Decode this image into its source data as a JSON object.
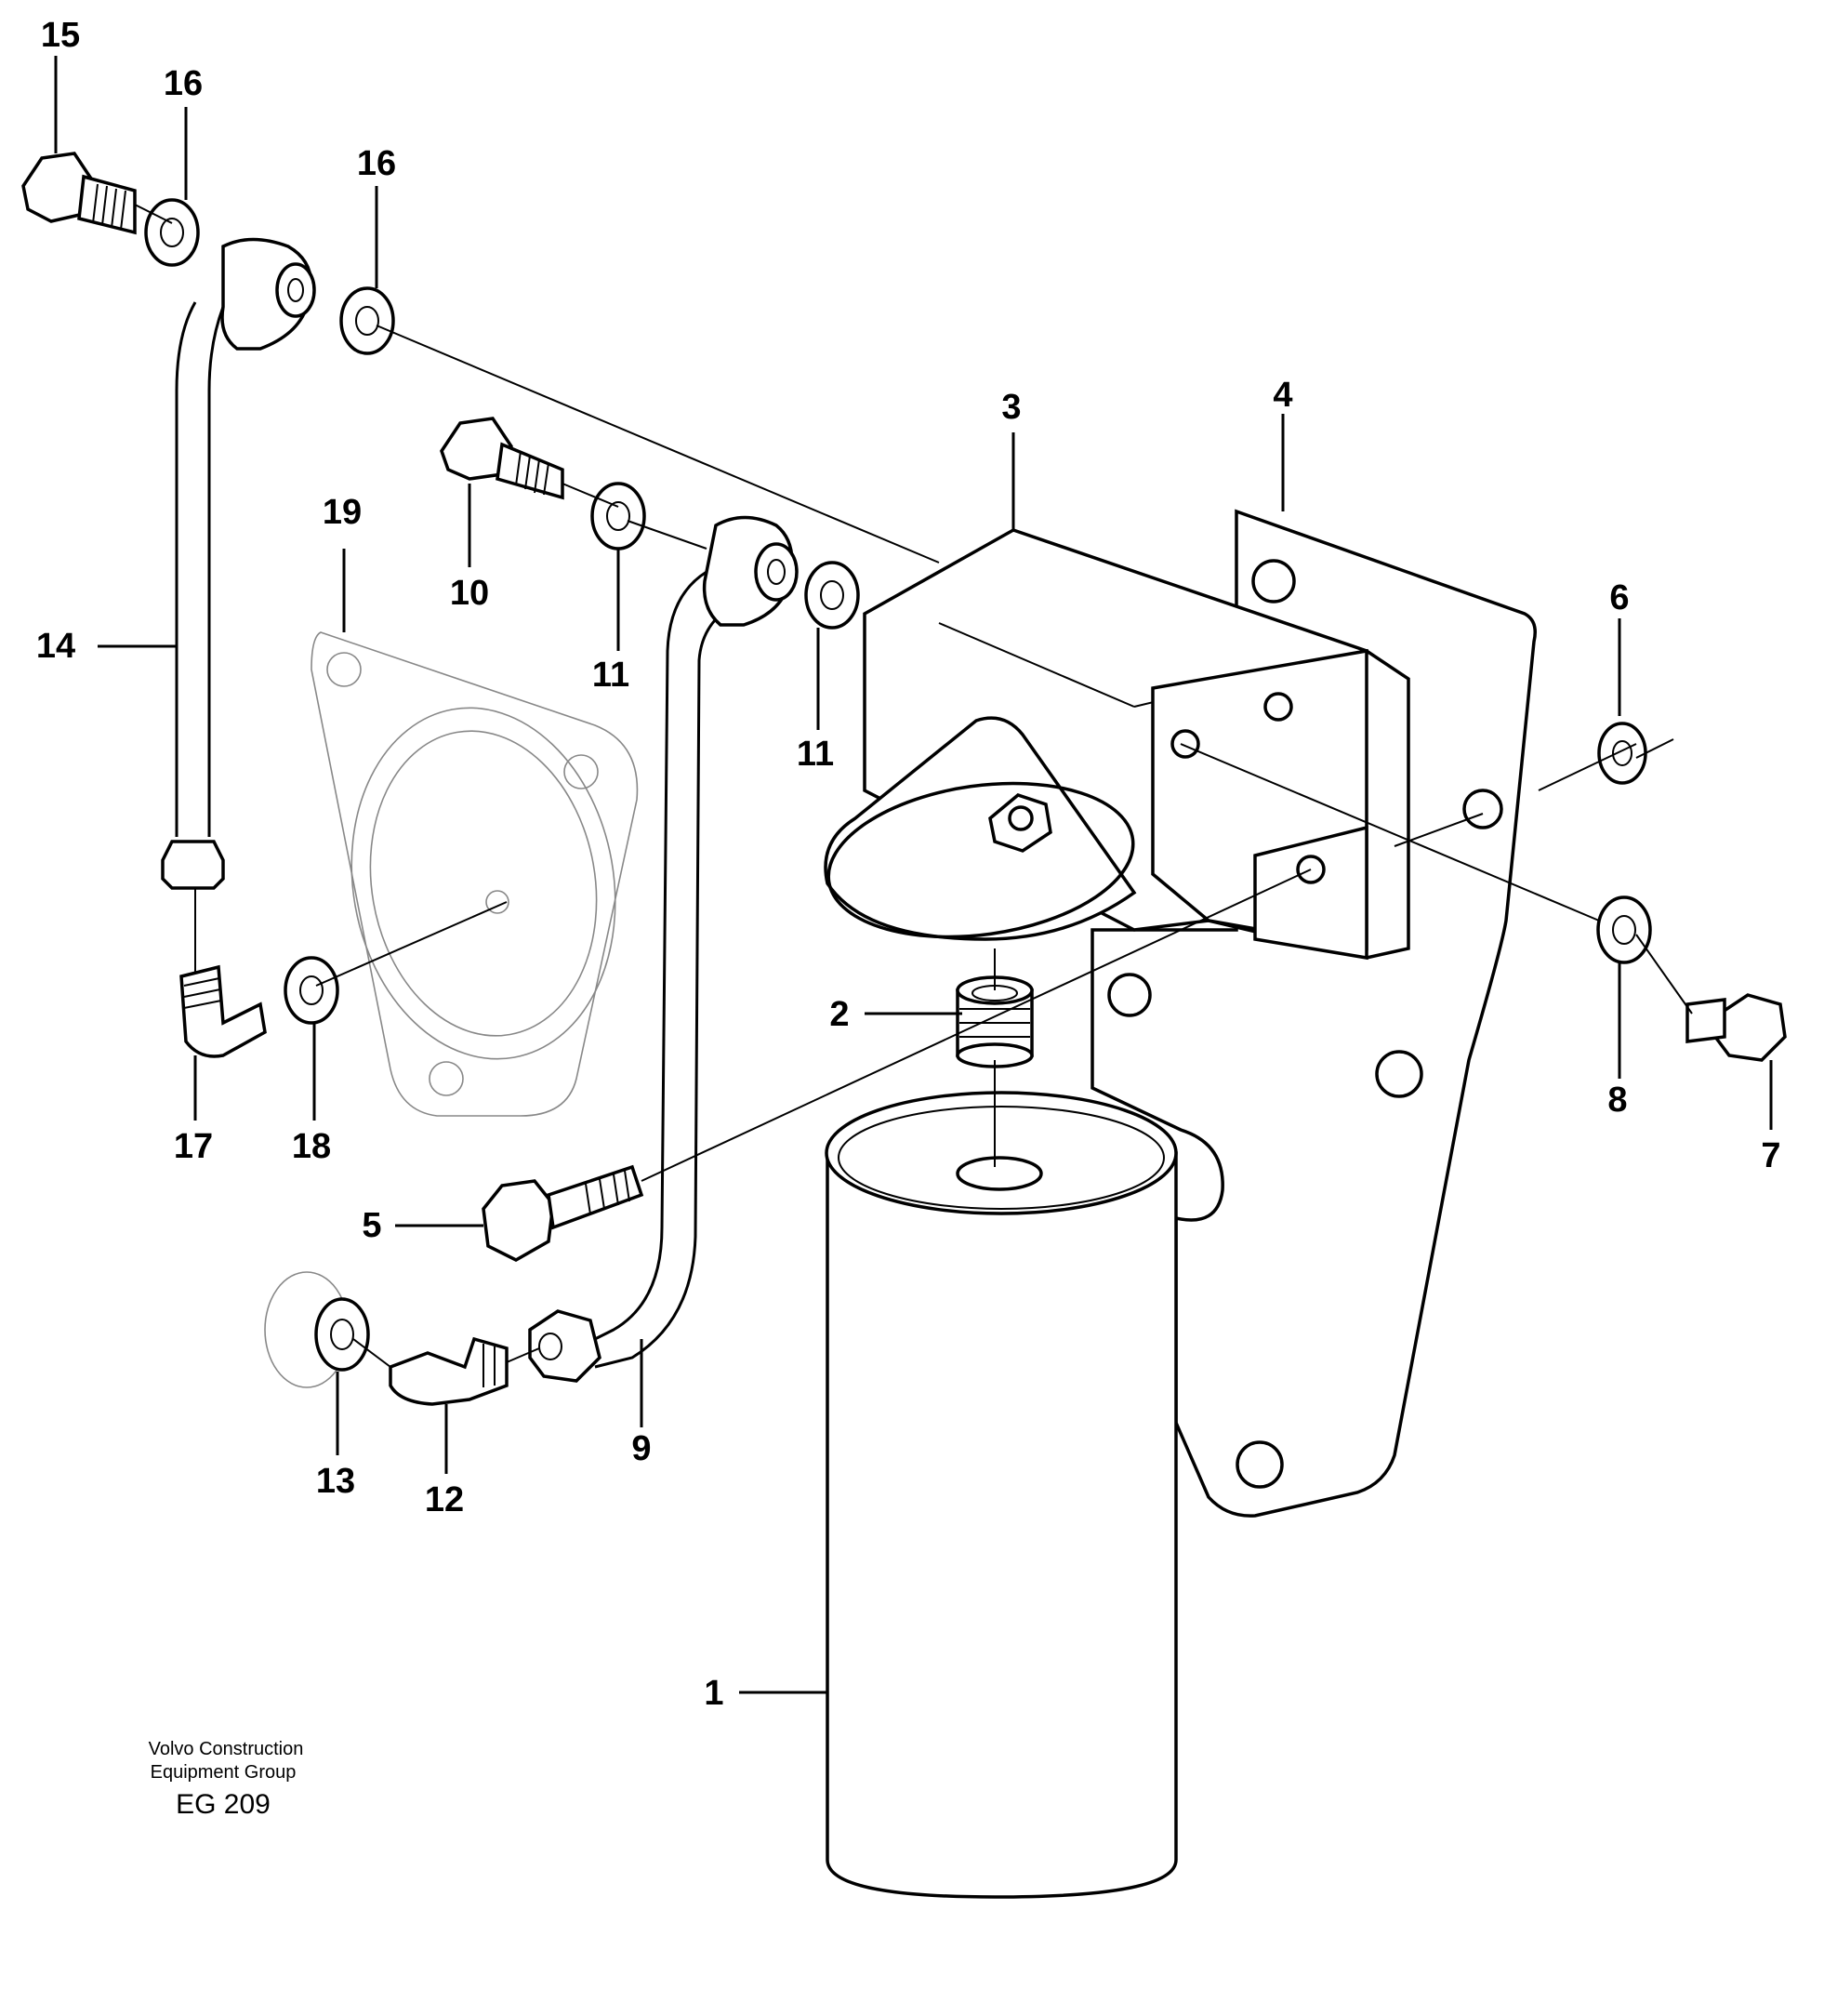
{
  "callouts": [
    "1",
    "2",
    "3",
    "4",
    "5",
    "6",
    "7",
    "8",
    "9",
    "10",
    "11",
    "11",
    "12",
    "13",
    "14",
    "15",
    "16",
    "16",
    "17",
    "18",
    "19"
  ],
  "footer": {
    "line1": "Volvo Construction",
    "line2": "Equipment Group",
    "code": "EG 209"
  }
}
